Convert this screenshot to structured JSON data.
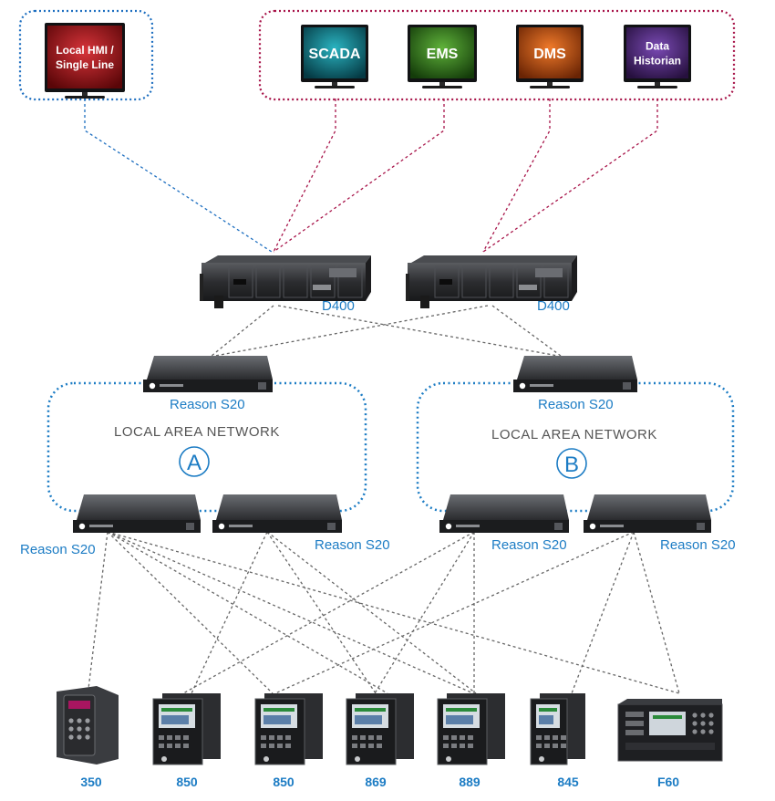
{
  "monitors": [
    {
      "id": "hmi",
      "lines": [
        "Local HMI /",
        "Single Line"
      ],
      "color": "#c0141c"
    },
    {
      "id": "scada",
      "lines": [
        "SCADA"
      ],
      "color": "#0e7c8c"
    },
    {
      "id": "ems",
      "lines": [
        "EMS"
      ],
      "color": "#3e8a22"
    },
    {
      "id": "dms",
      "lines": [
        "DMS"
      ],
      "color": "#d2560e"
    },
    {
      "id": "historian",
      "lines": [
        "Data",
        "Historian"
      ],
      "color": "#5a2e8a"
    }
  ],
  "gateways": [
    {
      "id": "d400-left",
      "label": "D400"
    },
    {
      "id": "d400-right",
      "label": "D400"
    }
  ],
  "lans": [
    {
      "id": "lan-a",
      "title": "LOCAL  AREA NETWORK",
      "letter": "A",
      "switches": [
        "Reason S20",
        "Reason S20",
        "Reason S20"
      ]
    },
    {
      "id": "lan-b",
      "title": "LOCAL  AREA NETWORK",
      "letter": "B",
      "switches": [
        "Reason S20",
        "Reason S20",
        "Reason S20"
      ]
    }
  ],
  "devices": [
    {
      "id": "dev-350",
      "label": "350"
    },
    {
      "id": "dev-850a",
      "label": "850"
    },
    {
      "id": "dev-850b",
      "label": "850"
    },
    {
      "id": "dev-869",
      "label": "869"
    },
    {
      "id": "dev-889",
      "label": "889"
    },
    {
      "id": "dev-845",
      "label": "845"
    },
    {
      "id": "dev-f60",
      "label": "F60"
    }
  ],
  "colors": {
    "hmi_group": "#1e6fc0",
    "control_group": "#a8154a",
    "lan_ring": "#1c7cc4",
    "link_gray": "#666666",
    "label_blue": "#1c7cc4"
  }
}
